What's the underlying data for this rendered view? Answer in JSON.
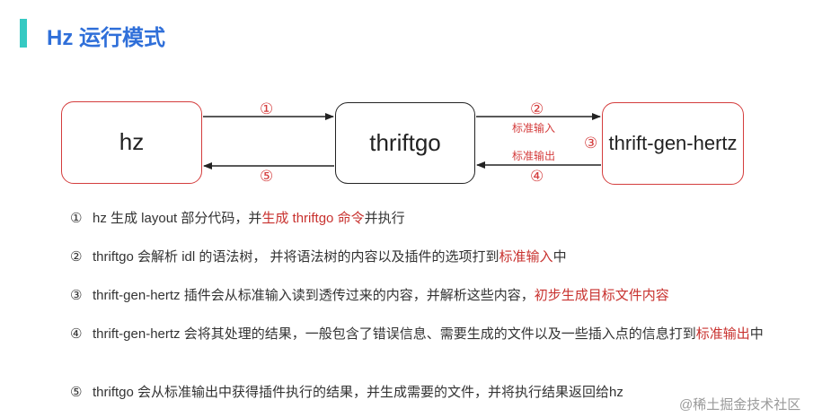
{
  "title": "Hz 运行模式",
  "diagram": {
    "nodes": {
      "hz": "hz",
      "thriftgo": "thriftgo",
      "thrift_gen_hertz": "thrift-gen-hertz"
    },
    "markers": {
      "m1": "①",
      "m2": "②",
      "m3": "③",
      "m4": "④",
      "m5": "⑤"
    },
    "labels": {
      "stdin": "标准输入",
      "stdout": "标准输出"
    },
    "edges": [
      {
        "from": "hz",
        "to": "thriftgo",
        "marker": "①"
      },
      {
        "from": "thriftgo",
        "to": "thrift-gen-hertz",
        "marker": "②",
        "label": "标准输入"
      },
      {
        "from": "thrift-gen-hertz",
        "to": "thriftgo",
        "marker": "④",
        "label": "标准输出"
      },
      {
        "from": "thriftgo",
        "to": "hz",
        "marker": "⑤"
      }
    ],
    "colors": {
      "accent": "#36c9c2",
      "title": "#2f6fd9",
      "highlight": "#d43d3d"
    }
  },
  "steps": [
    {
      "num": "①",
      "parts": [
        {
          "text": "hz 生成 layout 部分代码，并",
          "highlight": false
        },
        {
          "text": "生成 thriftgo 命令",
          "highlight": true
        },
        {
          "text": "并执行",
          "highlight": false
        }
      ]
    },
    {
      "num": "②",
      "parts": [
        {
          "text": "thriftgo 会解析 idl 的语法树， 并将语法树的内容以及插件的选项打到",
          "highlight": false
        },
        {
          "text": "标准输入",
          "highlight": true
        },
        {
          "text": "中",
          "highlight": false
        }
      ]
    },
    {
      "num": "③",
      "parts": [
        {
          "text": "thrift-gen-hertz 插件会从标准输入读到透传过来的内容，并解析这些内容，",
          "highlight": false
        },
        {
          "text": "初步生成目标文件内容",
          "highlight": true
        }
      ]
    },
    {
      "num": "④",
      "parts": [
        {
          "text": "thrift-gen-hertz 会将其处理的结果，一般包含了错误信息、需要生成的文件以及一些插入点的信息打到",
          "highlight": false
        },
        {
          "text": "标准输出",
          "highlight": true
        },
        {
          "text": "中",
          "highlight": false
        }
      ]
    },
    {
      "num": "⑤",
      "parts": [
        {
          "text": "thriftgo 会从标准输出中获得插件执行的结果，并生成需要的文件，并将执行结果返回给hz",
          "highlight": false
        }
      ]
    }
  ],
  "watermark": "@稀土掘金技术社区"
}
